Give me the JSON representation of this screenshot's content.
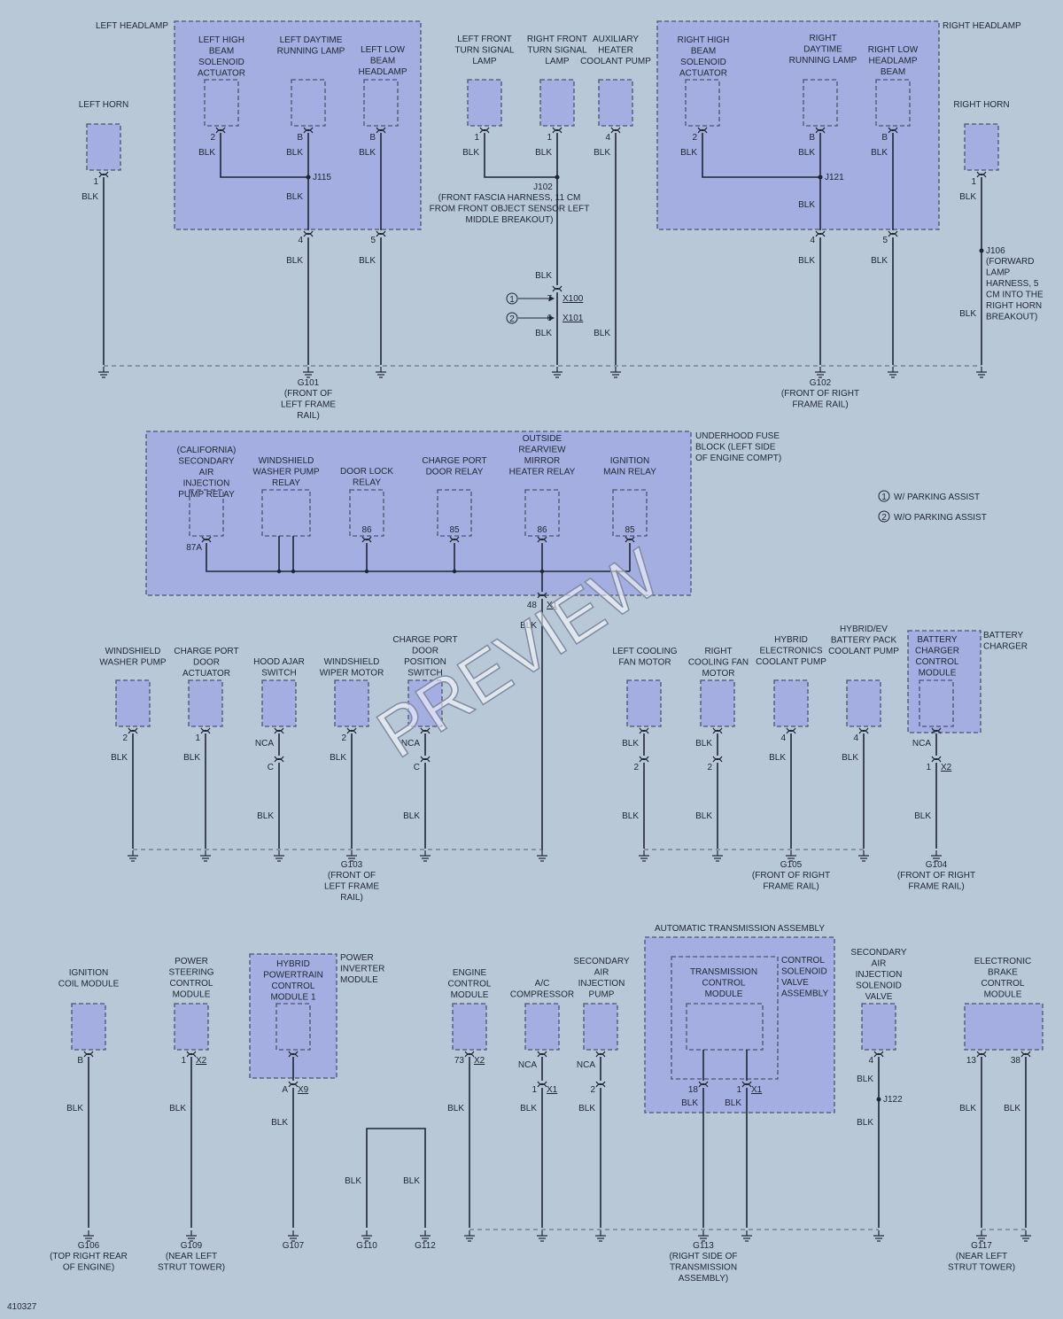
{
  "diagram_id": "410327",
  "watermark": "PREVIEW",
  "legend": [
    {
      "number": "1",
      "text": "W/ PARKING ASSIST"
    },
    {
      "number": "2",
      "text": "W/O PARKING ASSIST"
    }
  ],
  "wire_color": "BLK",
  "colors": {
    "background": "#b9c8d6",
    "component_fill": "#a4aee0",
    "wire": "#1e2632"
  },
  "groups": {
    "left_headlamp": "LEFT HEADLAMP",
    "right_headlamp": "RIGHT HEADLAMP",
    "underhood_fuse_block": "UNDERHOOD FUSE BLOCK (LEFT SIDE OF ENGINE COMPT)",
    "battery_charger": "BATTERY CHARGER",
    "power_inverter": "POWER INVERTER MODULE",
    "auto_trans": "AUTOMATIC TRANSMISSION ASSEMBLY",
    "control_solenoid": "CONTROL SOLENOID VALVE ASSEMBLY"
  },
  "components": {
    "left_horn": "LEFT HORN",
    "left_hb_actuator": "LEFT HIGH BEAM SOLENOID ACTUATOR",
    "left_drl": "LEFT DAYTIME RUNNING LAMP",
    "left_low_beam": "LEFT LOW BEAM HEADLAMP",
    "left_front_turn": "LEFT FRONT TURN SIGNAL LAMP",
    "right_front_turn": "RIGHT FRONT TURN SIGNAL LAMP",
    "aux_heater_pump": "AUXILIARY HEATER COOLANT PUMP",
    "right_hb_actuator": "RIGHT HIGH BEAM SOLENOID ACTUATOR",
    "right_drl": "RIGHT DAYTIME RUNNING LAMP",
    "right_low_beam": "RIGHT LOW HEADLAMP BEAM",
    "right_horn": "RIGHT HORN",
    "sec_air_relay": "(CALIFORNIA) SECONDARY AIR INJECTION PUMP RELAY",
    "washer_relay": "WINDSHIELD WASHER PUMP RELAY",
    "door_lock_relay": "DOOR LOCK RELAY",
    "charge_door_relay": "CHARGE PORT DOOR RELAY",
    "mirror_relay": "OUTSIDE REARVIEW MIRROR HEATER RELAY",
    "ign_relay": "IGNITION MAIN RELAY",
    "washer_pump": "WINDSHIELD WASHER PUMP",
    "charge_door_actuator": "CHARGE PORT DOOR ACTUATOR",
    "hood_ajar": "HOOD AJAR SWITCH",
    "wiper_motor": "WINDSHIELD WIPER MOTOR",
    "charge_door_switch": "CHARGE PORT DOOR POSITION SWITCH",
    "left_fan": "LEFT COOLING FAN MOTOR",
    "right_fan": "RIGHT COOLING FAN MOTOR",
    "hybrid_pump": "HYBRID ELECTRONICS COOLANT PUMP",
    "battery_pump": "HYBRID/EV BATTERY PACK COOLANT PUMP",
    "bccm": "BATTERY CHARGER CONTROL MODULE",
    "ign_coil": "IGNITION COIL MODULE",
    "ps_module": "POWER STEERING CONTROL MODULE",
    "hpcm": "HYBRID POWERTRAIN CONTROL MODULE 1",
    "ecm": "ENGINE CONTROL MODULE",
    "ac_comp": "A/C COMPRESSOR",
    "sec_air_pump": "SECONDARY AIR INJECTION PUMP",
    "tcm": "TRANSMISSION CONTROL MODULE",
    "sec_air_valve": "SECONDARY AIR INJECTION SOLENOID VALVE",
    "ebcm": "ELECTRONIC BRAKE CONTROL MODULE"
  },
  "splices": {
    "j115": "J115",
    "j121": "J121",
    "j102": "J102",
    "j102_desc": "(FRONT FASCIA HARNESS, 11 CM FROM FRONT OBJECT SENSOR LEFT MIDDLE BREAKOUT)",
    "j106": "J106",
    "j106_desc": "(FORWARD LAMP HARNESS, 5 CM INTO THE RIGHT HORN BREAKOUT)",
    "j122": "J122"
  },
  "connectors": {
    "x100": "X100",
    "x101": "X101",
    "x1": "X1",
    "x2": "X2",
    "x9": "X9"
  },
  "grounds": {
    "g101": "G101",
    "g101_desc": "(FRONT OF LEFT FRAME RAIL)",
    "g102": "G102",
    "g102_desc": "(FRONT OF RIGHT FRAME RAIL)",
    "g103": "G103",
    "g103_desc": "(FRONT OF LEFT FRAME RAIL)",
    "g105": "G105",
    "g105_desc": "(FRONT OF RIGHT FRAME RAIL)",
    "g104": "G104",
    "g104_desc": "(FRONT OF RIGHT FRAME RAIL)",
    "g106": "G106",
    "g106_desc": "(TOP RIGHT REAR OF ENGINE)",
    "g109": "G109",
    "g109_desc": "(NEAR LEFT STRUT TOWER)",
    "g107": "G107",
    "g110": "G110",
    "g112": "G112",
    "g113": "G113",
    "g113_desc": "(RIGHT SIDE OF TRANSMISSION ASSEMBLY)",
    "g117": "G117",
    "g117_desc": "(NEAR LEFT STRUT TOWER)"
  },
  "pins": {
    "p1": "1",
    "p2": "2",
    "p4": "4",
    "p5": "5",
    "p6": "6",
    "p7": "7",
    "p13": "13",
    "p18": "18",
    "p38": "38",
    "p48": "48",
    "p73": "73",
    "p85": "85",
    "p86": "86",
    "p87a": "87A",
    "pA": "A",
    "pB": "B",
    "pC": "C",
    "nca": "NCA"
  }
}
